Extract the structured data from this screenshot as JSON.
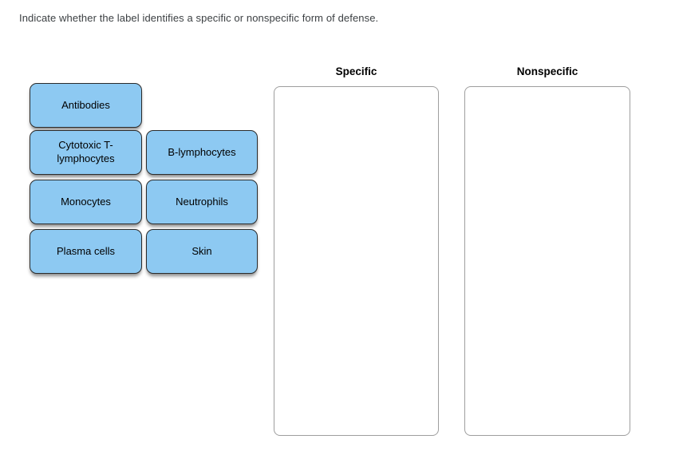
{
  "instruction": "Indicate whether the label identifies a specific or nonspecific form of defense.",
  "chips": [
    {
      "label": "Antibodies"
    },
    {
      "label": "Cytotoxic T-lymphocytes"
    },
    {
      "label": "B-lymphocytes"
    },
    {
      "label": "Monocytes"
    },
    {
      "label": "Neutrophils"
    },
    {
      "label": "Plasma cells"
    },
    {
      "label": "Skin"
    }
  ],
  "dropzones": [
    {
      "label": "Specific"
    },
    {
      "label": "Nonspecific"
    }
  ],
  "colors": {
    "chip_fill": "#8DC9F2",
    "chip_border": "#2B2B2B",
    "zone_border": "#9E9E9E",
    "instruction_text": "#3C4043",
    "chip_text": "#000000",
    "zone_header_text": "#000000"
  }
}
